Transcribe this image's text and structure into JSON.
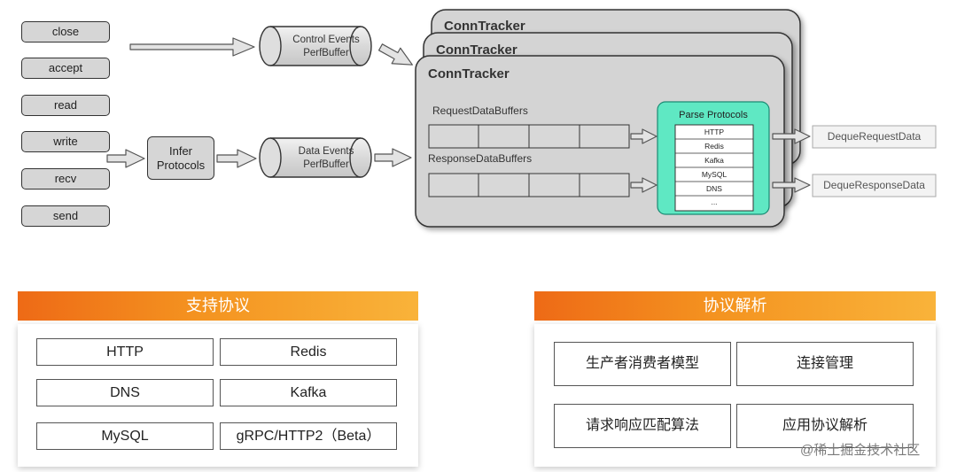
{
  "events": [
    "close",
    "accept",
    "read",
    "write",
    "recv",
    "send"
  ],
  "infer_protocols": "Infer\nProtocols",
  "control_buffer": "Control Events\nPerfBuffer",
  "data_buffer": "Data Events\nPerfBuffer",
  "conntracker_title": "ConnTracker",
  "request_buffers_label": "RequestDataBuffers",
  "response_buffers_label": "ResponseDataBuffers",
  "parse_protocols": {
    "title": "Parse Protocols",
    "items": [
      "HTTP",
      "Redis",
      "Kafka",
      "MySQL",
      "DNS",
      "..."
    ]
  },
  "deque_request": "DequeRequestData",
  "deque_response": "DequeResponseData",
  "supported_panel": {
    "title": "支持协议",
    "items": [
      "HTTP",
      "Redis",
      "DNS",
      "Kafka",
      "MySQL",
      "gRPC/HTTP2（Beta）"
    ]
  },
  "parse_panel": {
    "title": "协议解析",
    "items": [
      "生产者消费者模型",
      "连接管理",
      "请求响应匹配算法",
      "应用协议解析"
    ]
  },
  "watermark": "@稀土掘金技术社区",
  "colors": {
    "box_gray": "#d6d6d6",
    "conntracker_gray": "#d4d4d4",
    "parse_teal": "#5fe8c3",
    "header_orange": "#f49320"
  }
}
